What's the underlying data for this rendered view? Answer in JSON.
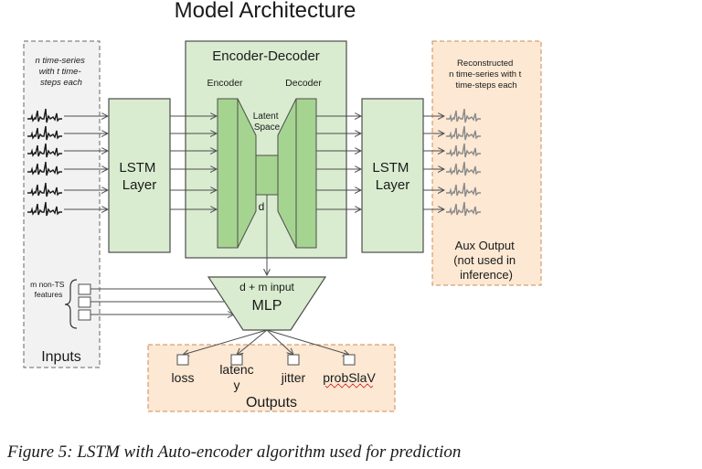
{
  "title": "Model Architecture",
  "inputs": {
    "desc_lines": [
      "n time-series",
      "with t time-",
      "steps each"
    ],
    "nonts_lines": [
      "m non-TS",
      "features"
    ],
    "label": "Inputs"
  },
  "lstm_left": {
    "lines": [
      "LSTM",
      "Layer"
    ]
  },
  "lstm_right": {
    "lines": [
      "LSTM",
      "Layer"
    ]
  },
  "encdec": {
    "title": "Encoder-Decoder",
    "encoder": "Encoder",
    "decoder": "Decoder",
    "latent_lines": [
      "Latent",
      "Space"
    ],
    "d": "d"
  },
  "aux": {
    "desc_lines": [
      "Reconstructed",
      "n time-series with t",
      "time-steps each"
    ],
    "output_lines": [
      "Aux Output",
      "(not used in",
      "inference)"
    ]
  },
  "mlp": {
    "input_label": "d + m input",
    "label": "MLP"
  },
  "outputs": {
    "label": "Outputs",
    "items": [
      {
        "lines": [
          "loss"
        ]
      },
      {
        "lines": [
          "latenc",
          "y"
        ]
      },
      {
        "lines": [
          "jitter"
        ]
      },
      {
        "lines": [
          "probSlaV"
        ]
      }
    ]
  },
  "caption": "Figure 5: LSTM with Auto-encoder algorithm used for prediction",
  "colors": {
    "green_fill": "#d9ecd0",
    "green_dark": "#a5d490",
    "stroke": "#4d4d4d",
    "peach_fill": "#fce8d3",
    "peach_stroke": "#c98c55",
    "gray_fill": "#f2f2f2",
    "series_dark": "#1a1a1a",
    "series_light": "#8a8a8a",
    "spell_underline": "#d02020"
  }
}
